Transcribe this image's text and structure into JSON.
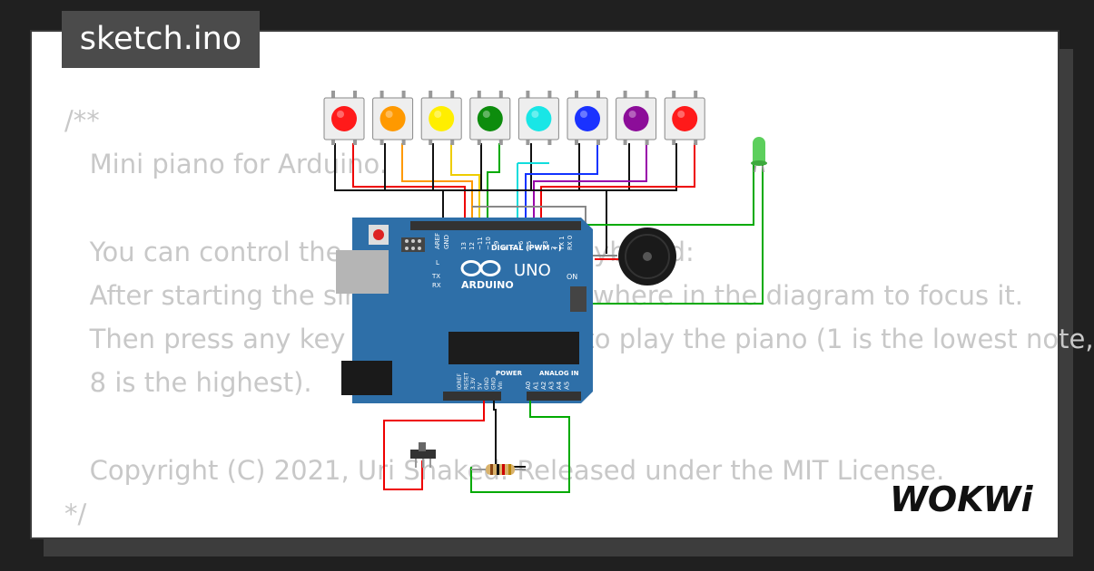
{
  "tab": {
    "title": "sketch.ino"
  },
  "code": {
    "lines": [
      "/**",
      "   Mini piano for Arduino.",
      "",
      "   You can control the piano with your keyboard:",
      "   After starting the simulation, click anywhere in the diagram to focus it.",
      "   Then press any key between 1 and 8 to play the piano (1 is the lowest note,",
      "   8 is the highest).",
      "",
      "   Copyright (C) 2021, Uri Shaked. Released under the MIT License.",
      "*/"
    ]
  },
  "buttons": {
    "colors": [
      "#ff1a1a",
      "#ff9900",
      "#ffee00",
      "#0d8c0d",
      "#19e6e6",
      "#1a32ff",
      "#8c0d99",
      "#ff1a1a"
    ]
  },
  "board": {
    "brand": "ARDUINO",
    "model": "UNO",
    "digital_label": "DIGITAL (PWM ~)",
    "on_label": "ON",
    "led_l": "L",
    "led_tx": "TX",
    "led_rx": "RX",
    "aref": "AREF",
    "gnd": "GND",
    "power_label": "POWER",
    "analog_label": "ANALOG IN",
    "power_pins": [
      "IOREF",
      "RESET",
      "3.3V",
      "5V",
      "GND",
      "GND",
      "Vin"
    ],
    "analog_pins": [
      "A0",
      "A1",
      "A2",
      "A3",
      "A4",
      "A5"
    ],
    "digital_pins": [
      "13",
      "12",
      "~11",
      "~10",
      "~9",
      "8",
      "7",
      "~6",
      "~5",
      "4",
      "~3",
      "2",
      "TX 1",
      "RX 0"
    ]
  },
  "logo": {
    "text": "WOKWi"
  },
  "colors": {
    "board": "#2e6fa8",
    "background": "#202020",
    "code_text": "#c8c8c8"
  }
}
